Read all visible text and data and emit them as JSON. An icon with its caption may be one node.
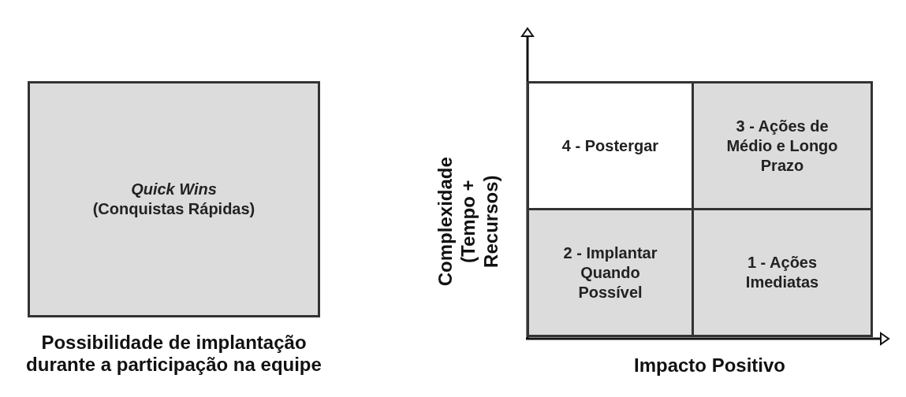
{
  "diagram": {
    "nodes": [
      {
        "text": [
          "*Quick Wins* (Conquistas Rápidas)"
        ],
        "beside": [
          "Possibilidade de implantação durante a participação na equipe"
        ]
      },
      {
        "text": [
          "4 - Postergar"
        ]
      },
      {
        "text": [
          "3 - Ações de Médio e Longo Prazo"
        ]
      },
      {
        "text": [
          "2 - Implantar Quando Possível"
        ]
      },
      {
        "text": [
          "1 - Ações Imediatas"
        ]
      }
    ],
    "labels": [
      "Complexidade (Tempo + Recursos)",
      "Impacto Positivo"
    ]
  }
}
